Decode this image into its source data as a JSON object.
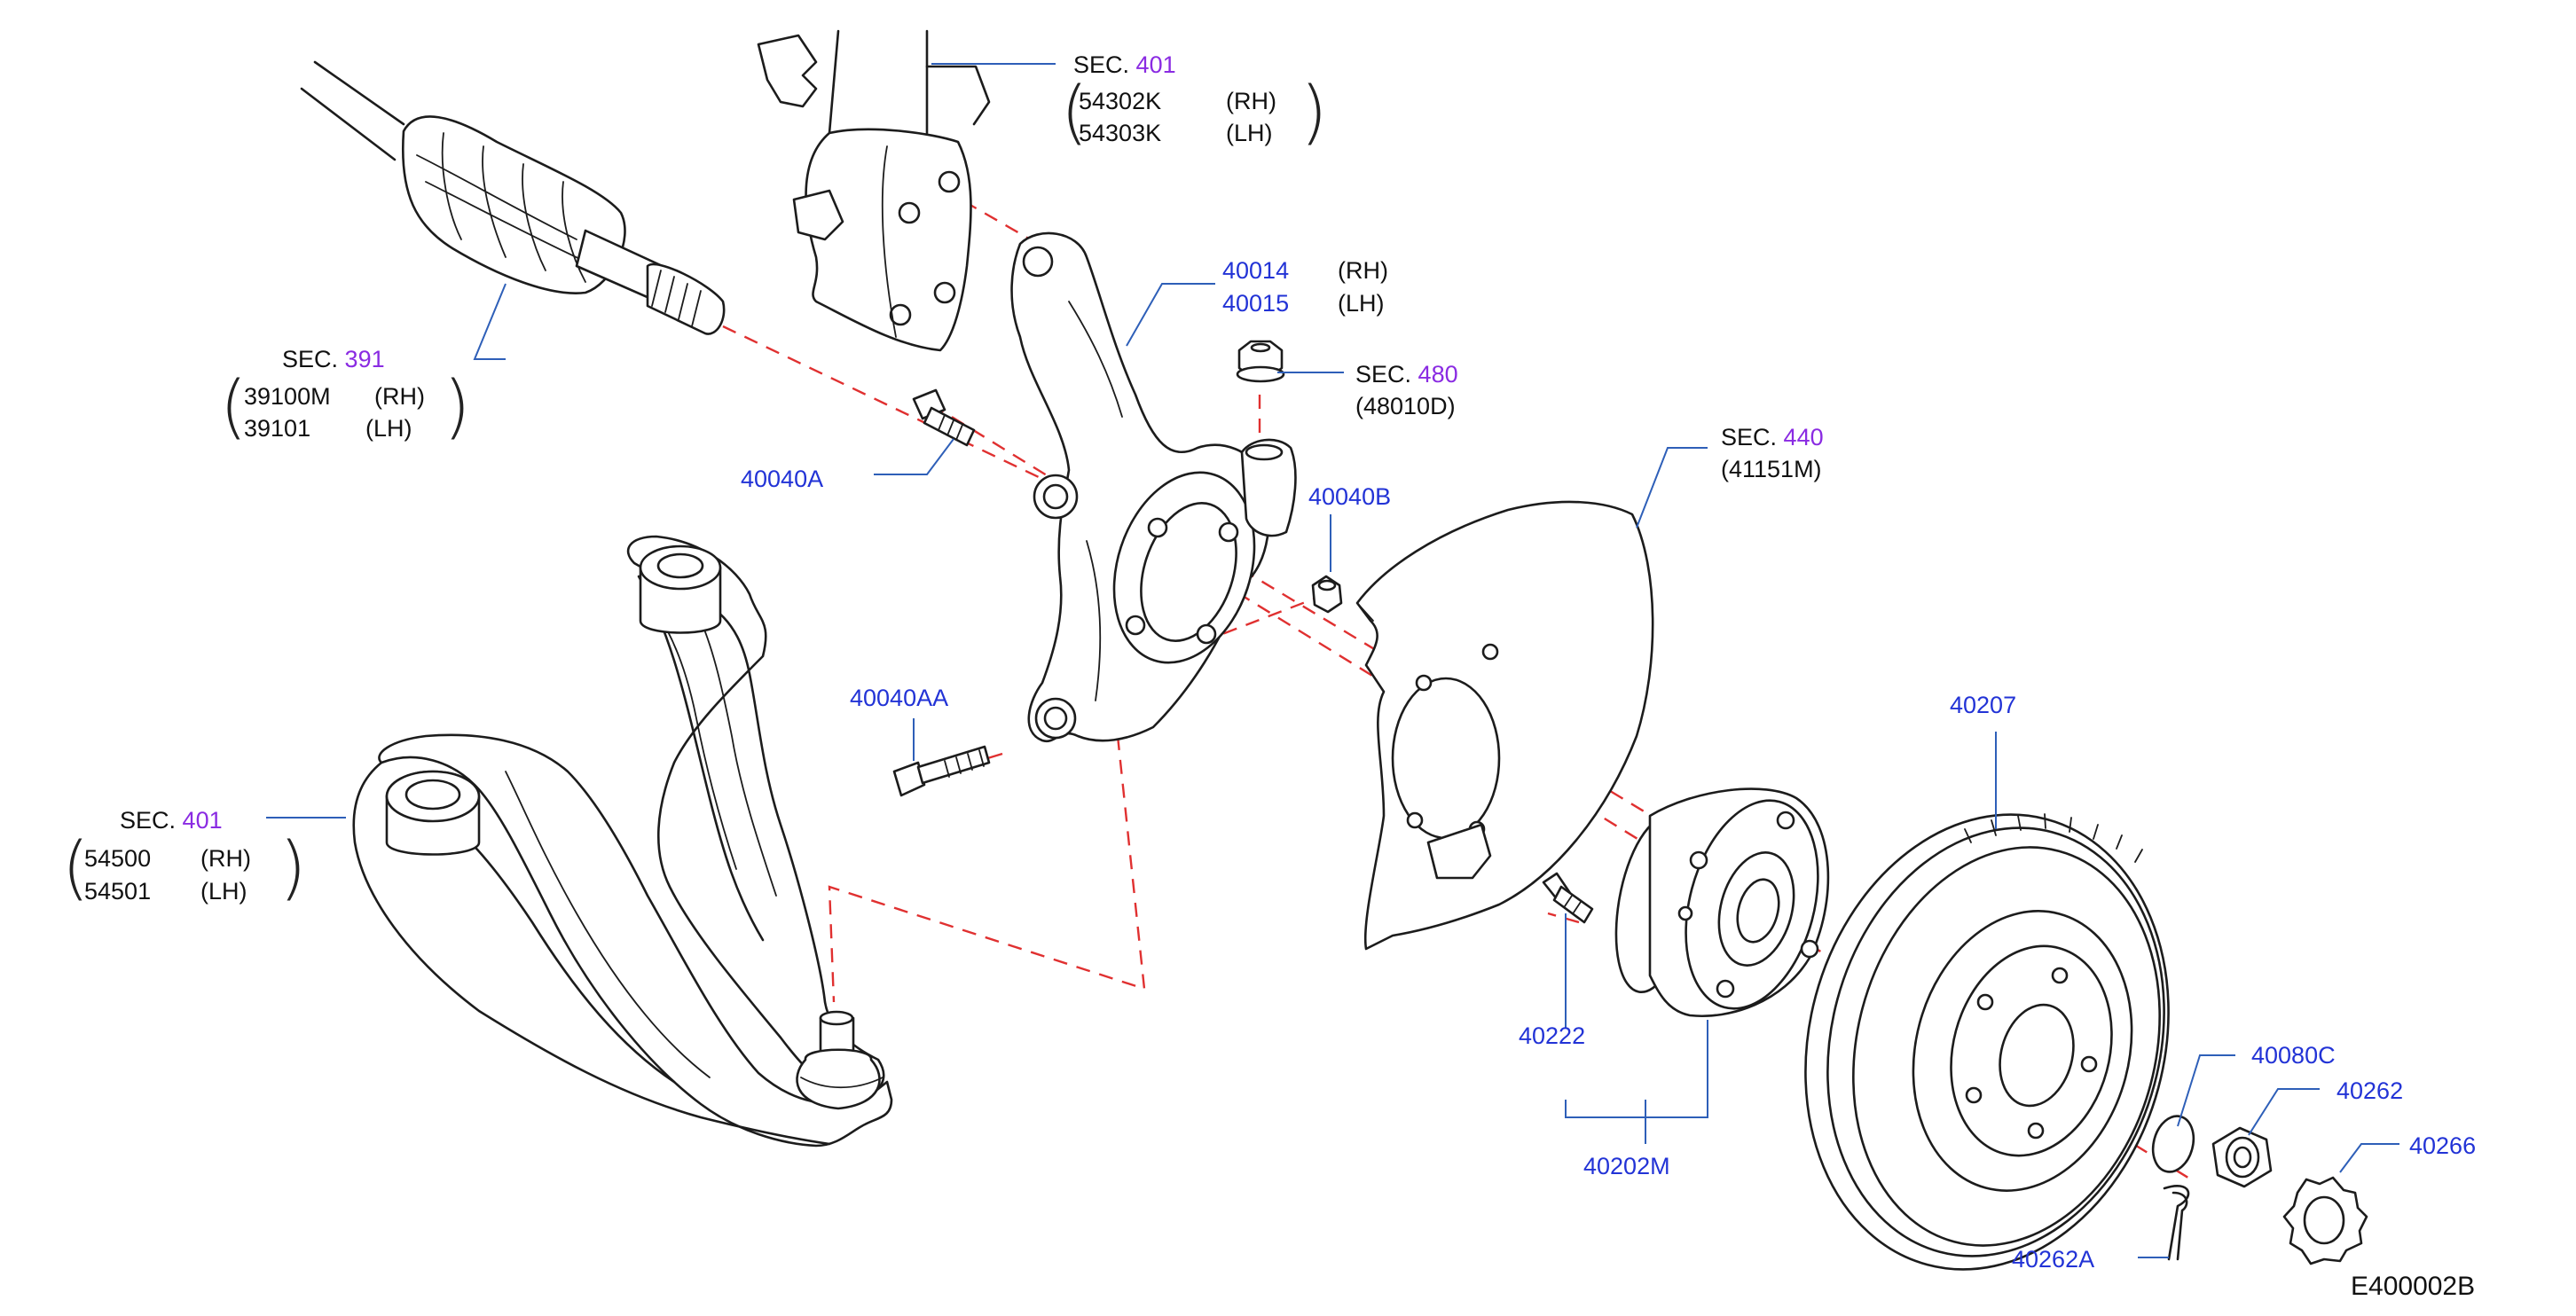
{
  "diagram_id": "E400002B",
  "colors": {
    "line": "#1c1c1c",
    "leader": "#2e5fb8",
    "centerline": "#e03030",
    "part_number": "#2233d6",
    "section_number": "#8a2be2"
  },
  "sec_word": "SEC.",
  "strut": {
    "sec": "401",
    "part_rh": "54302K",
    "part_lh": "54303K",
    "rh": "(RH)",
    "lh": "(LH)"
  },
  "knuckle": {
    "part_rh": "40014",
    "part_lh": "40015",
    "rh": "(RH)",
    "lh": "(LH)"
  },
  "driveshaft": {
    "sec": "391",
    "part_rh": "39100M",
    "part_lh": "39101",
    "rh": "(RH)",
    "lh": "(LH)"
  },
  "tierod_nut": {
    "sec": "480",
    "part": "(48010D)"
  },
  "backing_plate": {
    "sec": "440",
    "part": "(41151M)"
  },
  "lower_arm": {
    "sec": "401",
    "part_rh": "54500",
    "part_lh": "54501",
    "rh": "(RH)",
    "lh": "(LH)"
  },
  "parts": {
    "p40040A": "40040A",
    "p40040B": "40040B",
    "p40040AA": "40040AA",
    "p40207": "40207",
    "p40222": "40222",
    "p40202M": "40202M",
    "p40080C": "40080C",
    "p40262": "40262",
    "p40266": "40266",
    "p40262A": "40262A"
  }
}
